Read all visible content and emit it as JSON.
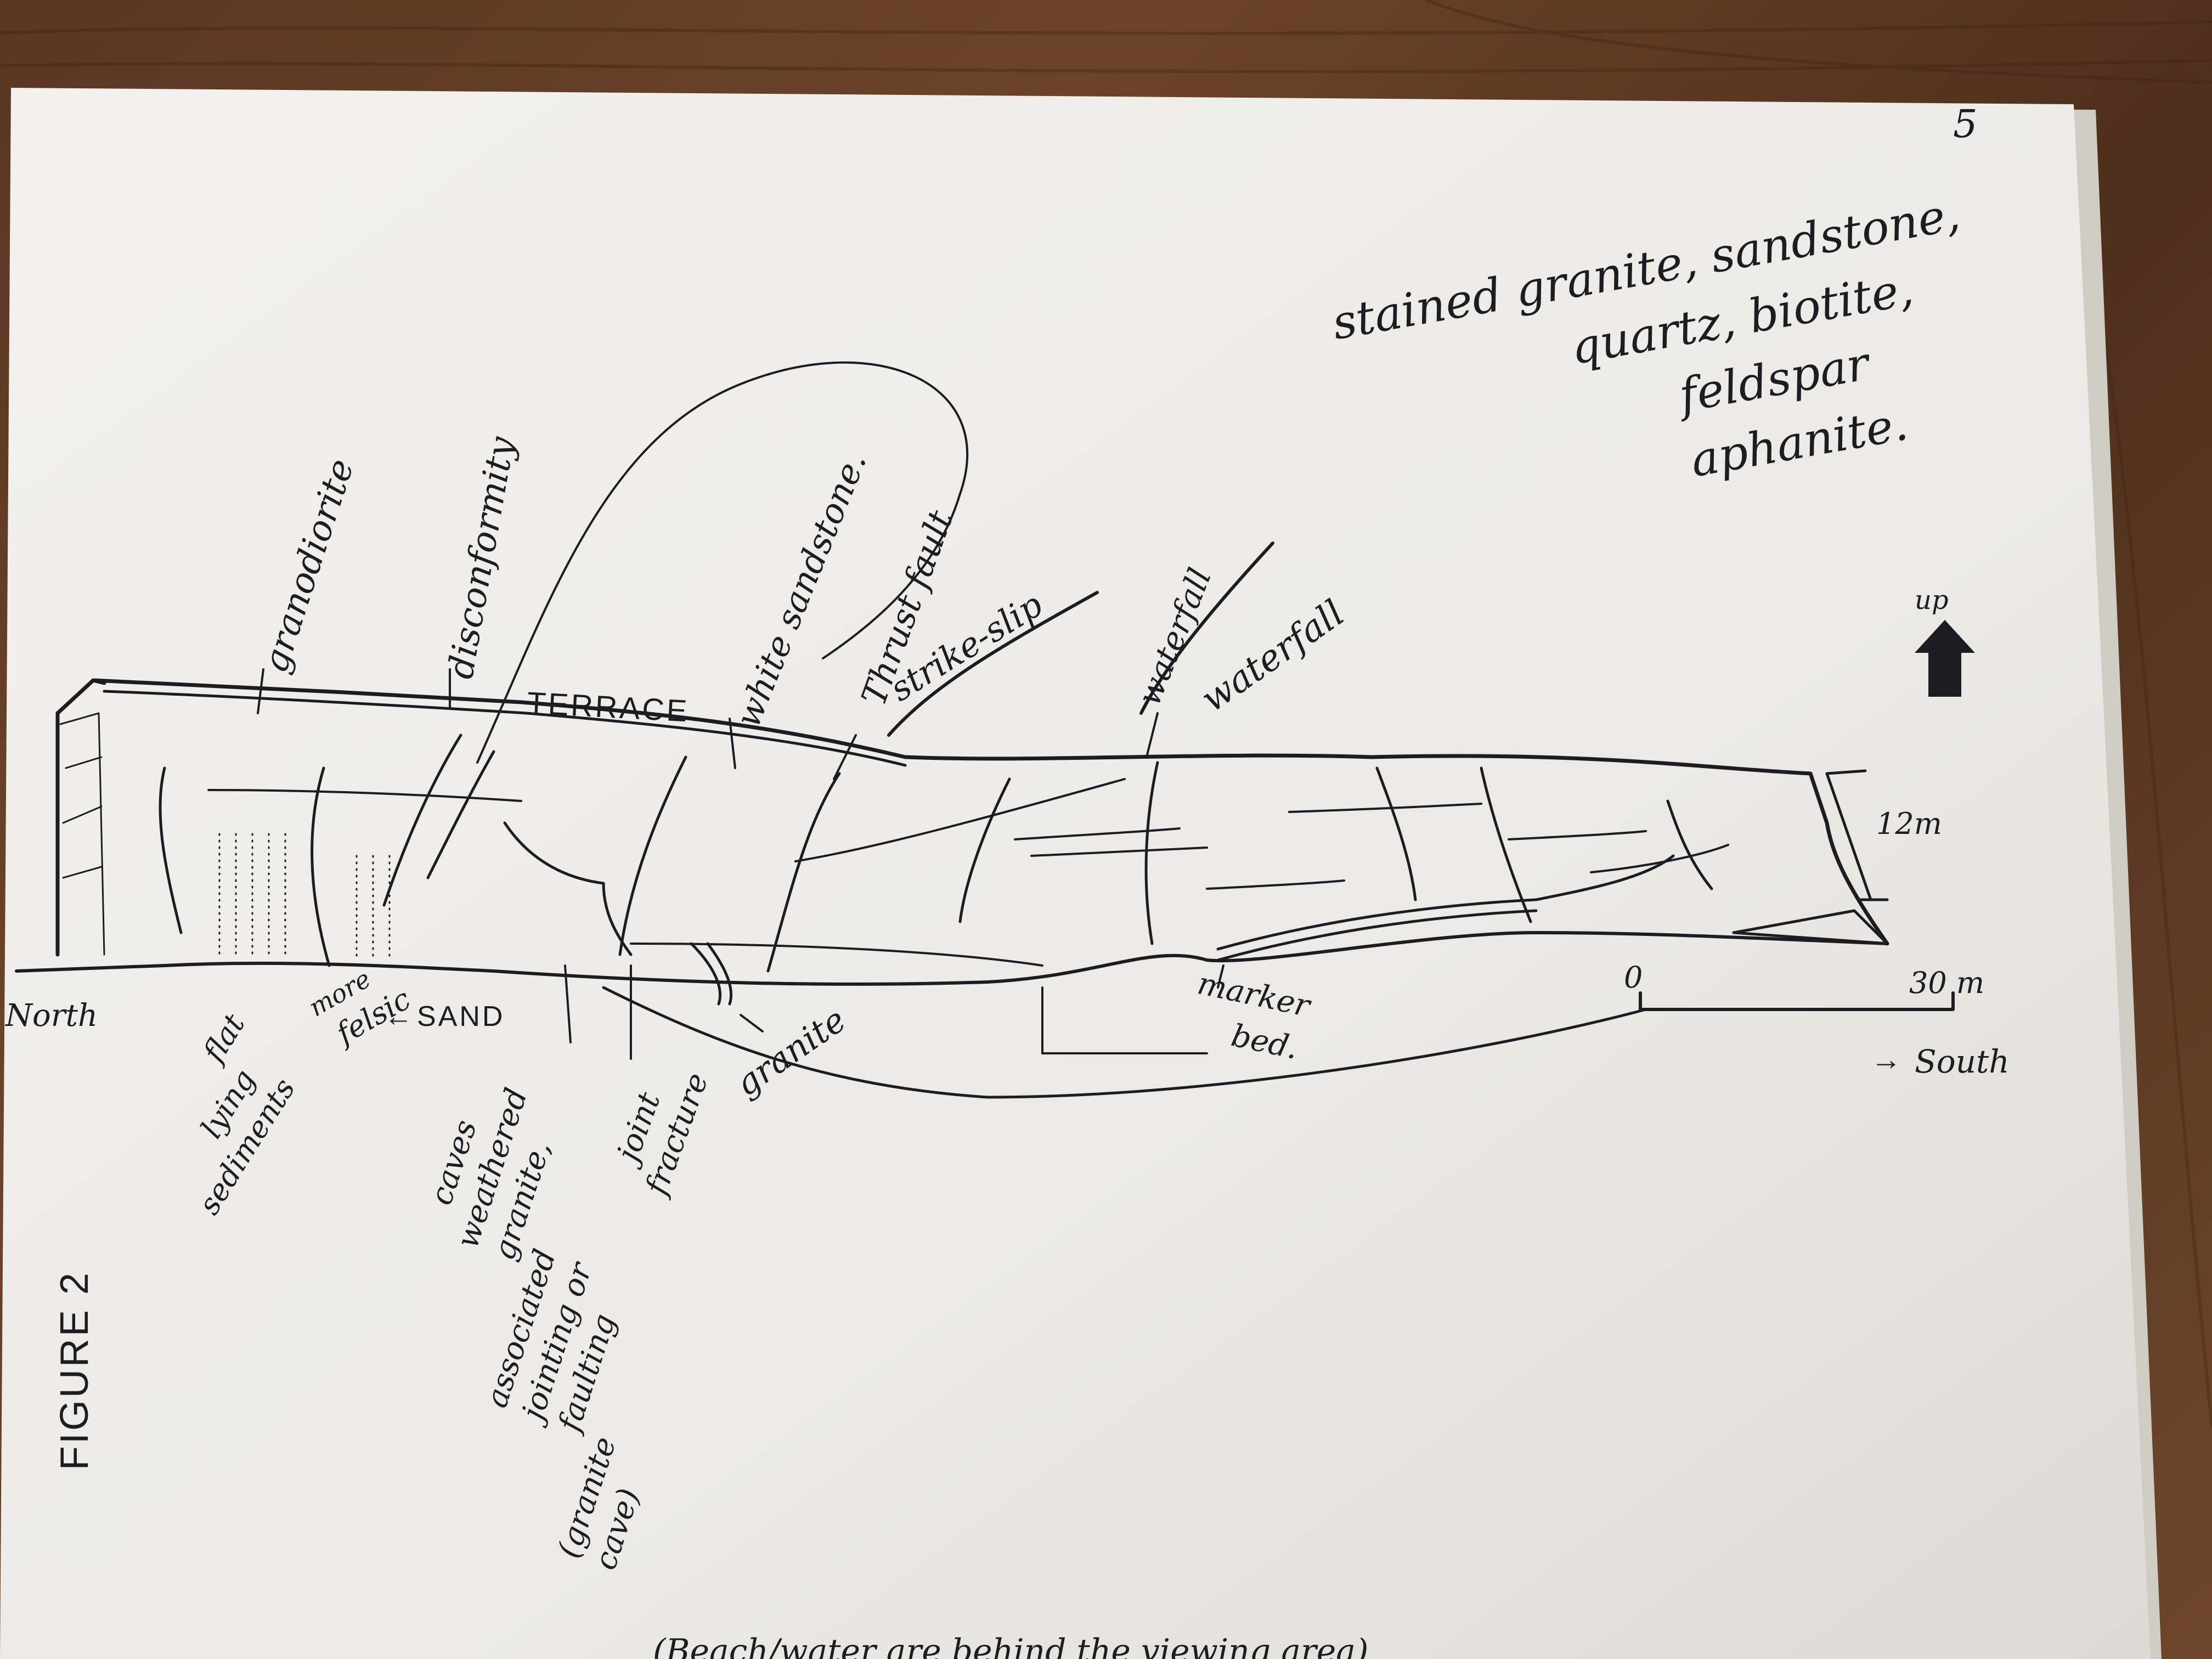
{
  "colors": {
    "desk": "#5a3722",
    "paper": "#efeeea",
    "paper_shadow": "#d9d6cf",
    "ink": "#1c1c22"
  },
  "sheet": {
    "page_number": "5",
    "figure_label": "FIGURE 2",
    "footer_caption": "(Beach/water are behind the viewing area)"
  },
  "sketch": {
    "top_right_note": [
      "stained granite, sandstone,",
      "quartz, biotite,",
      "feldspar",
      "aphanite."
    ],
    "labels": {
      "granodiorite": "granodiorite",
      "disconformity": "disconformity",
      "terrace": "TERRACE",
      "white_sandstone": "white sandstone.",
      "thrust_fault": "Thrust fault",
      "crossed_out_1": "strike-slip",
      "crossed_out_2": "waterfall",
      "waterfall": "waterfall",
      "north": "North",
      "flat_lying_sediments": [
        "flat",
        "lying",
        "sediments"
      ],
      "more_felsic": [
        "more",
        "felsic"
      ],
      "sand": "SAND",
      "caves": [
        "caves",
        "weathered",
        "granite,",
        "associated",
        "jointing or",
        "faulting",
        "(granite",
        "cave)"
      ],
      "joint_fracture": [
        "joint",
        "fracture"
      ],
      "granite": "granite",
      "marker_bed": [
        "marker",
        "bed."
      ],
      "south": "South"
    },
    "compass": {
      "label": "up"
    },
    "scale": {
      "start": "0",
      "end": "30 m",
      "height": "12m"
    }
  }
}
